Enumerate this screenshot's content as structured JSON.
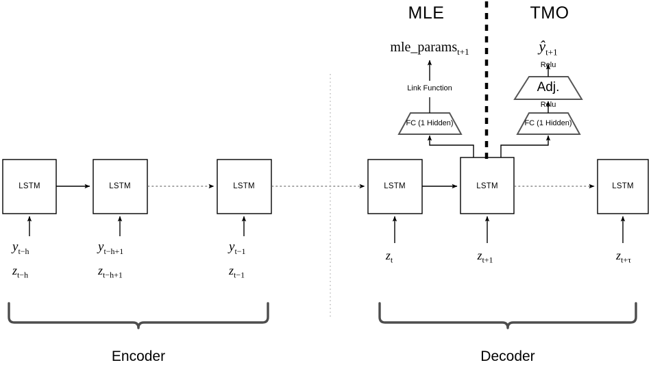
{
  "diagram": {
    "type": "neural-network-architecture",
    "background": "#ffffff",
    "stroke": "#000000",
    "trapezoid_stroke": "#555555",
    "brace_color": "#4d4d4d",
    "dotted_color": "#b3b3b3"
  },
  "columns": {
    "mle_title": "MLE",
    "tmo_title": "TMO"
  },
  "sections": {
    "encoder_label": "Encoder",
    "decoder_label": "Decoder"
  },
  "encoder": {
    "cells": [
      {
        "label": "LSTM",
        "input_y": "y_{t-h}",
        "input_z": "z_{t-h}"
      },
      {
        "label": "LSTM",
        "input_y": "y_{t-h+1}",
        "input_z": "z_{t-h+1}"
      },
      {
        "label": "LSTM",
        "input_y": "y_{t-1}",
        "input_z": "z_{t-1}"
      }
    ]
  },
  "decoder": {
    "cells": [
      {
        "label": "LSTM",
        "input_z": "z_t"
      },
      {
        "label": "LSTM",
        "input_z": "z_{t+1}"
      },
      {
        "label": "LSTM",
        "input_z": "z_{t+τ}"
      }
    ]
  },
  "mle_branch": {
    "fc_label": "FC (1 Hidden)",
    "link_label": "Link Function",
    "output_label": "mle_params",
    "output_sub": "t+1"
  },
  "tmo_branch": {
    "fc_label": "FC (1 Hidden)",
    "relu_lower_label": "Relu",
    "adj_label": "Adj.",
    "relu_upper_label": "Relu",
    "output_label": "ŷ",
    "output_sub": "t+1"
  }
}
